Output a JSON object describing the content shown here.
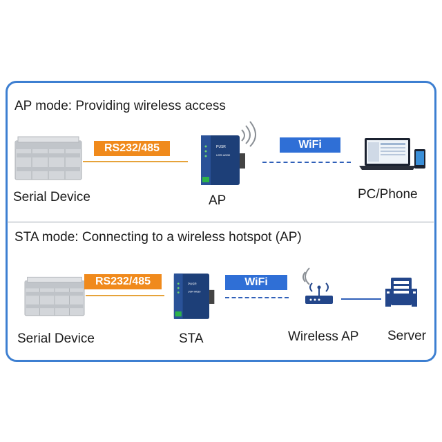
{
  "ap_section": {
    "heading": "AP mode: Providing wireless access",
    "serial_device_label": "Serial Device",
    "rs_tag": "RS232/485",
    "device_label": "AP",
    "wifi_tag": "WiFi",
    "client_label": "PC/Phone"
  },
  "sta_section": {
    "heading": "STA mode: Connecting to a wireless hotspot (AP)",
    "serial_device_label": "Serial Device",
    "rs_tag": "RS232/485",
    "device_label": "STA",
    "wifi_tag": "WiFi",
    "router_label": "Wireless AP",
    "server_label": "Server"
  },
  "device_brand": "PUSR",
  "device_model": "USR-W630",
  "colors": {
    "frame": "#3d7fd1",
    "rs_tag": "#f08a1c",
    "wifi_tag": "#2f6fd6",
    "device_body": "#1d3f78",
    "router": "#23468a"
  }
}
